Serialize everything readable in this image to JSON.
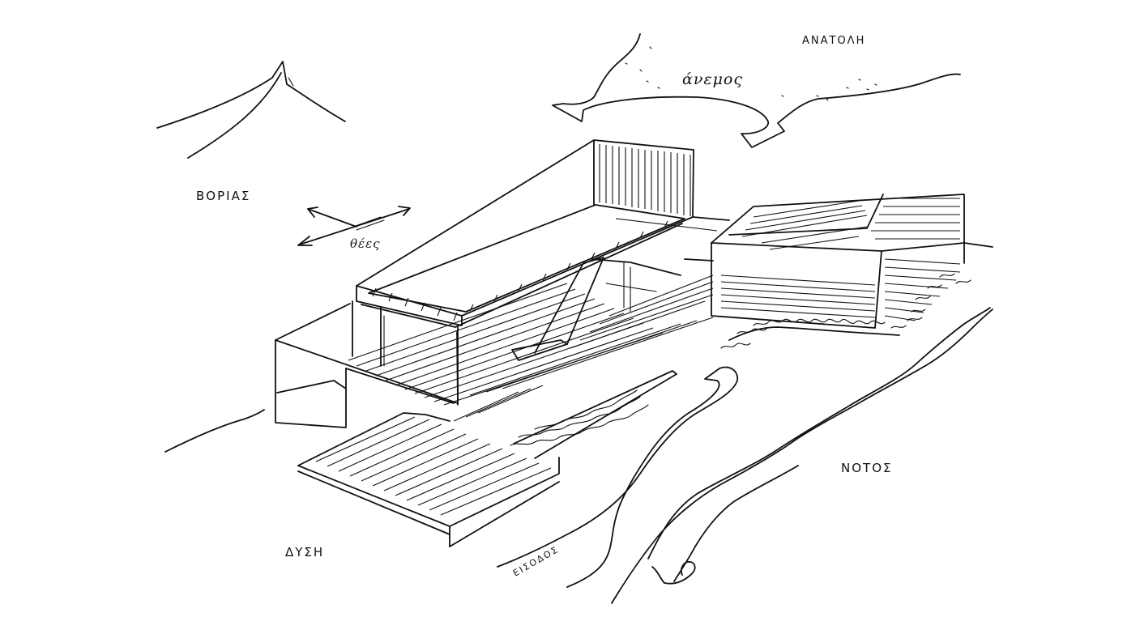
{
  "labels": {
    "north": "ΒΟΡΙΑΣ",
    "east": "ΑΝΑΤΟΛΗ",
    "south": "ΝΟΤΟΣ",
    "west": "ΔΥΣΗ",
    "wind": "άνεμος",
    "views": "θέες",
    "entrance": "ΕΙΣΟΔΟΣ"
  },
  "colors": {
    "ink": "#111111",
    "paper": "#ffffff"
  }
}
